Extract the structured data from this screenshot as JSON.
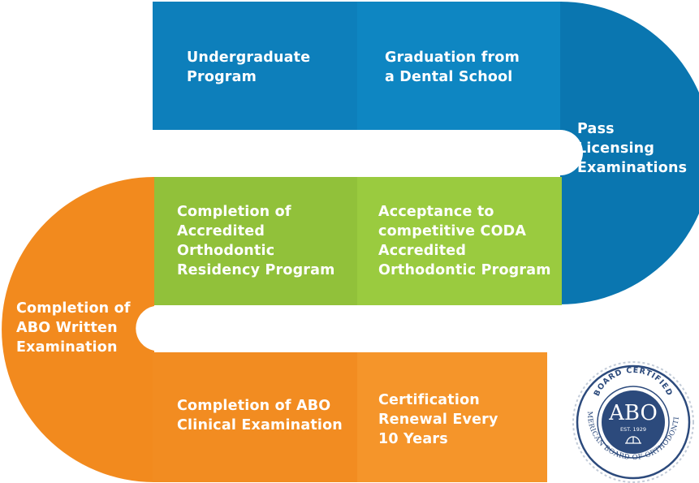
{
  "colors": {
    "blue": "#0a78b4",
    "blue_light": "#108ac6",
    "green": "#8dbd36",
    "green_light": "#9ccd3f",
    "orange": "#f28c21",
    "orange_light": "#f79a2e",
    "seal_navy": "#2c4a7c",
    "text": "#ffffff"
  },
  "steps": [
    {
      "lines": [
        "Undergraduate",
        "Program"
      ]
    },
    {
      "lines": [
        "Graduation from",
        "a Dental School"
      ]
    },
    {
      "lines": [
        "Pass",
        "Licensing",
        "Examinations"
      ]
    },
    {
      "lines": [
        "Acceptance to",
        "competitive CODA",
        "Accredited",
        "Orthodontic Program"
      ]
    },
    {
      "lines": [
        "Completion of",
        "Accredited",
        "Orthodontic",
        "Residency Program"
      ]
    },
    {
      "lines": [
        "Completion of",
        "ABO Written",
        "Examination"
      ]
    },
    {
      "lines": [
        "Completion of ABO",
        "Clinical Examination"
      ]
    },
    {
      "lines": [
        "Certification",
        "Renewal Every",
        "10 Years"
      ]
    }
  ],
  "seal": {
    "top_text": "BOARD CERTIFIED",
    "center": "ABO",
    "est": "EST. 1929",
    "bottom_text": "AMERICAN BOARD OF ORTHODONTICS"
  }
}
